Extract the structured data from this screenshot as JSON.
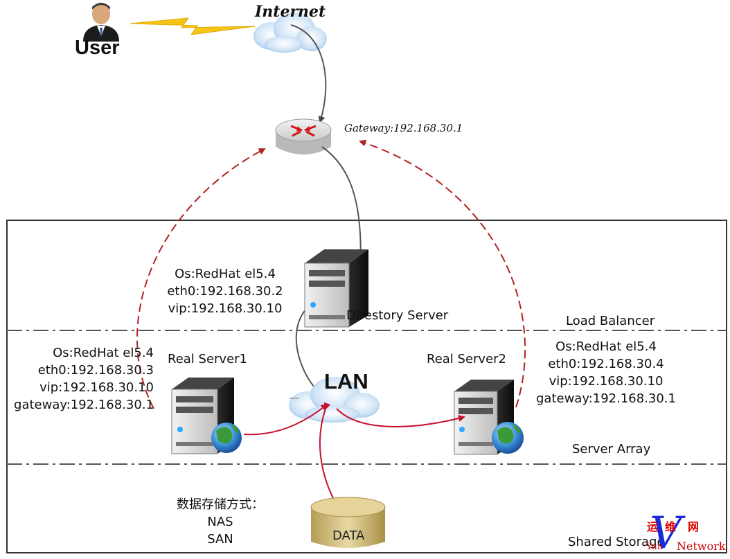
{
  "user": {
    "label": "User"
  },
  "internet": {
    "label": "Internet"
  },
  "router": {
    "label": "Gateway:192.168.30.1"
  },
  "director": {
    "label": "Direstory  Server",
    "info": [
      "Os:RedHat el5.4",
      "eth0:192.168.30.2",
      "vip:192.168.30.10"
    ]
  },
  "real_server1": {
    "label": "Real  Server1",
    "info": [
      "Os:RedHat el5.4",
      "eth0:192.168.30.3",
      "vip:192.168.30.10",
      "gateway:192.168.30.1"
    ]
  },
  "real_server2": {
    "label": "Real  Server2",
    "info": [
      "Os:RedHat el5.4",
      "eth0:192.168.30.4",
      "vip:192.168.30.10",
      "gateway:192.168.30.1"
    ]
  },
  "lan": {
    "label": "LAN"
  },
  "storage": {
    "heading": "数据存储方式：",
    "methods": [
      "NAS",
      "SAN"
    ],
    "db_label": "DATA"
  },
  "zones": {
    "load_balancer": "Load Balancer",
    "server_array": "Server  Array",
    "shared_storage": "Shared Storage"
  },
  "watermark": {
    "cn1": "运",
    "cn2": "维",
    "cn3": "网",
    "v": "V",
    "en": "Network",
    "prefix": "Yun"
  },
  "colors": {
    "dashed_path": "#b22222",
    "lan_links": "#c8102e",
    "solid_link": "#555555",
    "frame": "#333333"
  }
}
